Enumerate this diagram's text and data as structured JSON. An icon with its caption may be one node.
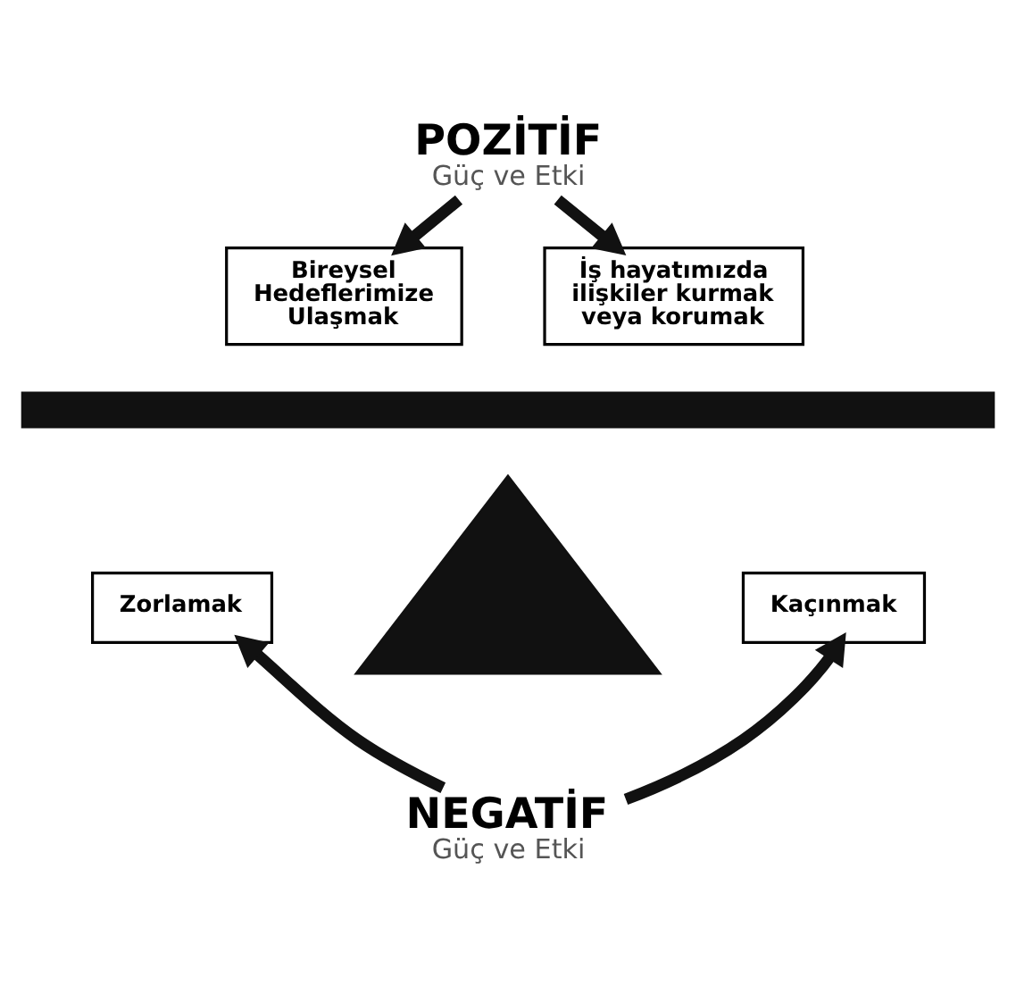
{
  "diagram": {
    "nodes": [
      {
        "text": [
          "POZİTİF",
          "Güç ve Etki"
        ]
      },
      {
        "text": [
          "Bireysel Hedeflerimize Ulaşmak"
        ]
      },
      {
        "text": [
          "İş hayatımızda ilişkiler kurmak veya korumak"
        ]
      },
      {
        "text": [],
        "shape": "bar"
      },
      {
        "text": [],
        "shape": "triangle"
      },
      {
        "text": [
          "Zorlamak"
        ]
      },
      {
        "text": [
          "Kaçınmak"
        ]
      },
      {
        "text": [
          "NEGATİF",
          "Güç ve Etki"
        ]
      }
    ],
    "edges": [
      {
        "from": 0,
        "to": 1,
        "arrow": "to"
      },
      {
        "from": 0,
        "to": 2,
        "arrow": "to"
      },
      {
        "from": 7,
        "to": 5,
        "arrow": "to"
      },
      {
        "from": 7,
        "to": 6,
        "arrow": "to"
      }
    ]
  }
}
